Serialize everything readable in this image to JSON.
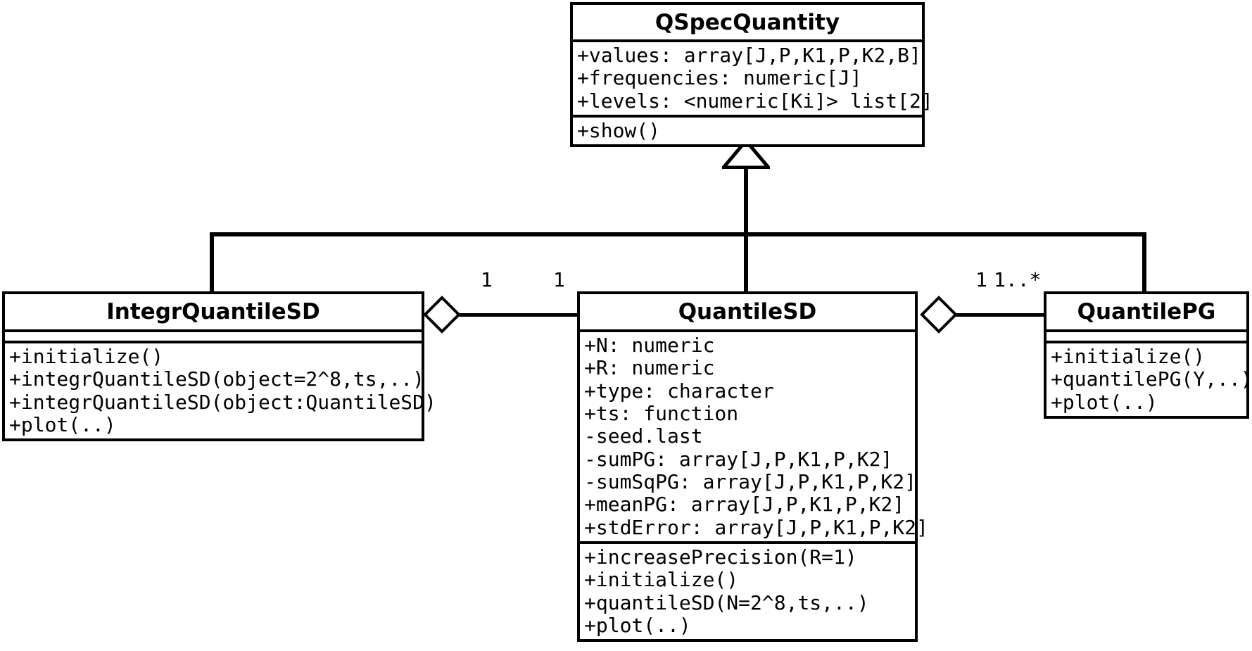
{
  "diagram": {
    "type": "uml-class-diagram",
    "classes": [
      {
        "id": "qspecquantity",
        "name": "QSpecQuantity",
        "attributes": [
          "+values: array[J,P,K1,P,K2,B]",
          "+frequencies: numeric[J]",
          "+levels: <numeric[Ki]> list[2]"
        ],
        "methods": [
          "+show()"
        ]
      },
      {
        "id": "integrquantilesd",
        "name": "IntegrQuantileSD",
        "attributes": [],
        "methods": [
          "+initialize()",
          "+integrQuantileSD(object=2^8,ts,..)",
          "+integrQuantileSD(object:QuantileSD)",
          "+plot(..)"
        ]
      },
      {
        "id": "quantilesd",
        "name": "QuantileSD",
        "attributes": [
          "+N: numeric",
          "+R: numeric",
          "+type: character",
          "+ts: function",
          "-seed.last",
          "-sumPG: array[J,P,K1,P,K2]",
          "-sumSqPG: array[J,P,K1,P,K2]",
          "+meanPG: array[J,P,K1,P,K2]",
          "+stdError: array[J,P,K1,P,K2]"
        ],
        "methods": [
          "+increasePrecision(R=1)",
          "+initialize()",
          "+quantileSD(N=2^8,ts,..)",
          "+plot(..)"
        ]
      },
      {
        "id": "quantilepg",
        "name": "QuantilePG",
        "attributes": [],
        "methods": [
          "+initialize()",
          "+quantilePG(Y,..)",
          "+plot(..)"
        ]
      }
    ],
    "relations": [
      {
        "id": "generalization-to-qspecquantity",
        "kind": "generalization",
        "target": "QSpecQuantity",
        "sources": [
          "IntegrQuantileSD",
          "QuantileSD",
          "QuantilePG"
        ]
      },
      {
        "id": "aggregation-integrquantilesd-quantilesd",
        "kind": "aggregation",
        "whole": "IntegrQuantileSD",
        "part": "QuantileSD",
        "multiplicity_whole": "1",
        "multiplicity_part": "1"
      },
      {
        "id": "aggregation-quantilesd-quantilepg",
        "kind": "aggregation",
        "whole": "QuantileSD",
        "part": "QuantilePG",
        "multiplicity_whole": "1",
        "multiplicity_part": "1..*"
      }
    ],
    "colors": {
      "stroke": "#000000",
      "fill": "#ffffff",
      "text": "#000000"
    }
  }
}
